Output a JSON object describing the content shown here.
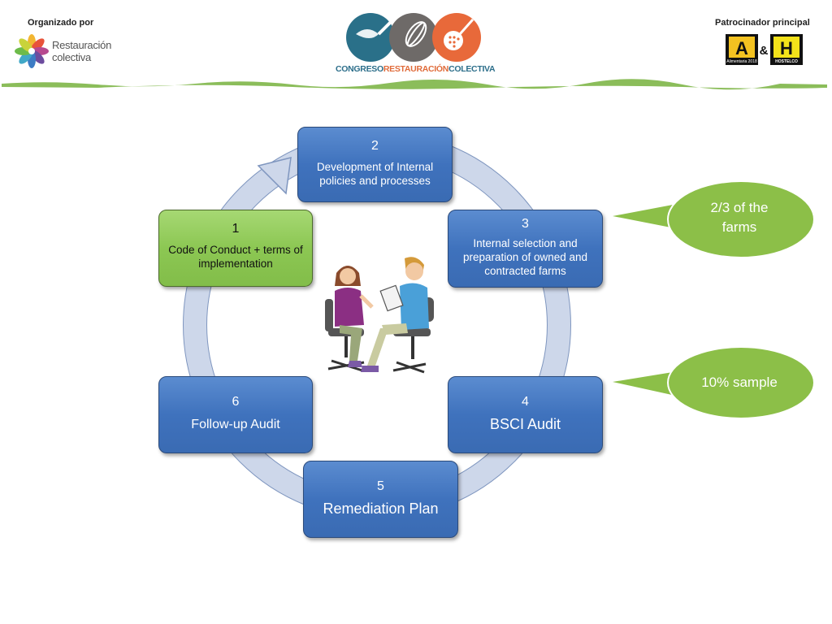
{
  "header": {
    "organizer_label": "Organizado por",
    "organizer_name_line1": "Restauración",
    "organizer_name_line2": "colectiva",
    "congress_name_part1": "CONGRESO",
    "congress_name_part2": "RESTAURACIÓN",
    "congress_name_part3": "COLECTIVA",
    "sponsor_label": "Patrocinador principal",
    "sponsor_a": "A",
    "sponsor_amp": "&",
    "sponsor_h": "H",
    "sponsor_a_caption": "Alimentaria 2018",
    "sponsor_h_caption": "HOSTELCO"
  },
  "steps": [
    {
      "number": "1",
      "text": "Code of Conduct + terms of implementation"
    },
    {
      "number": "2",
      "text": "Development of Internal policies and processes"
    },
    {
      "number": "3",
      "text": "Internal selection and preparation of owned and contracted farms"
    },
    {
      "number": "4",
      "text": "BSCI Audit"
    },
    {
      "number": "5",
      "text": "Remediation Plan"
    },
    {
      "number": "6",
      "text": "Follow-up Audit"
    }
  ],
  "callouts": [
    {
      "text": "2/3 of the farms"
    },
    {
      "text": "10% sample"
    }
  ],
  "colors": {
    "step_blue": "#4a7cc4",
    "step_green": "#8cc753",
    "bubble_green": "#8cbf48",
    "ring": "#ccd6e8"
  }
}
